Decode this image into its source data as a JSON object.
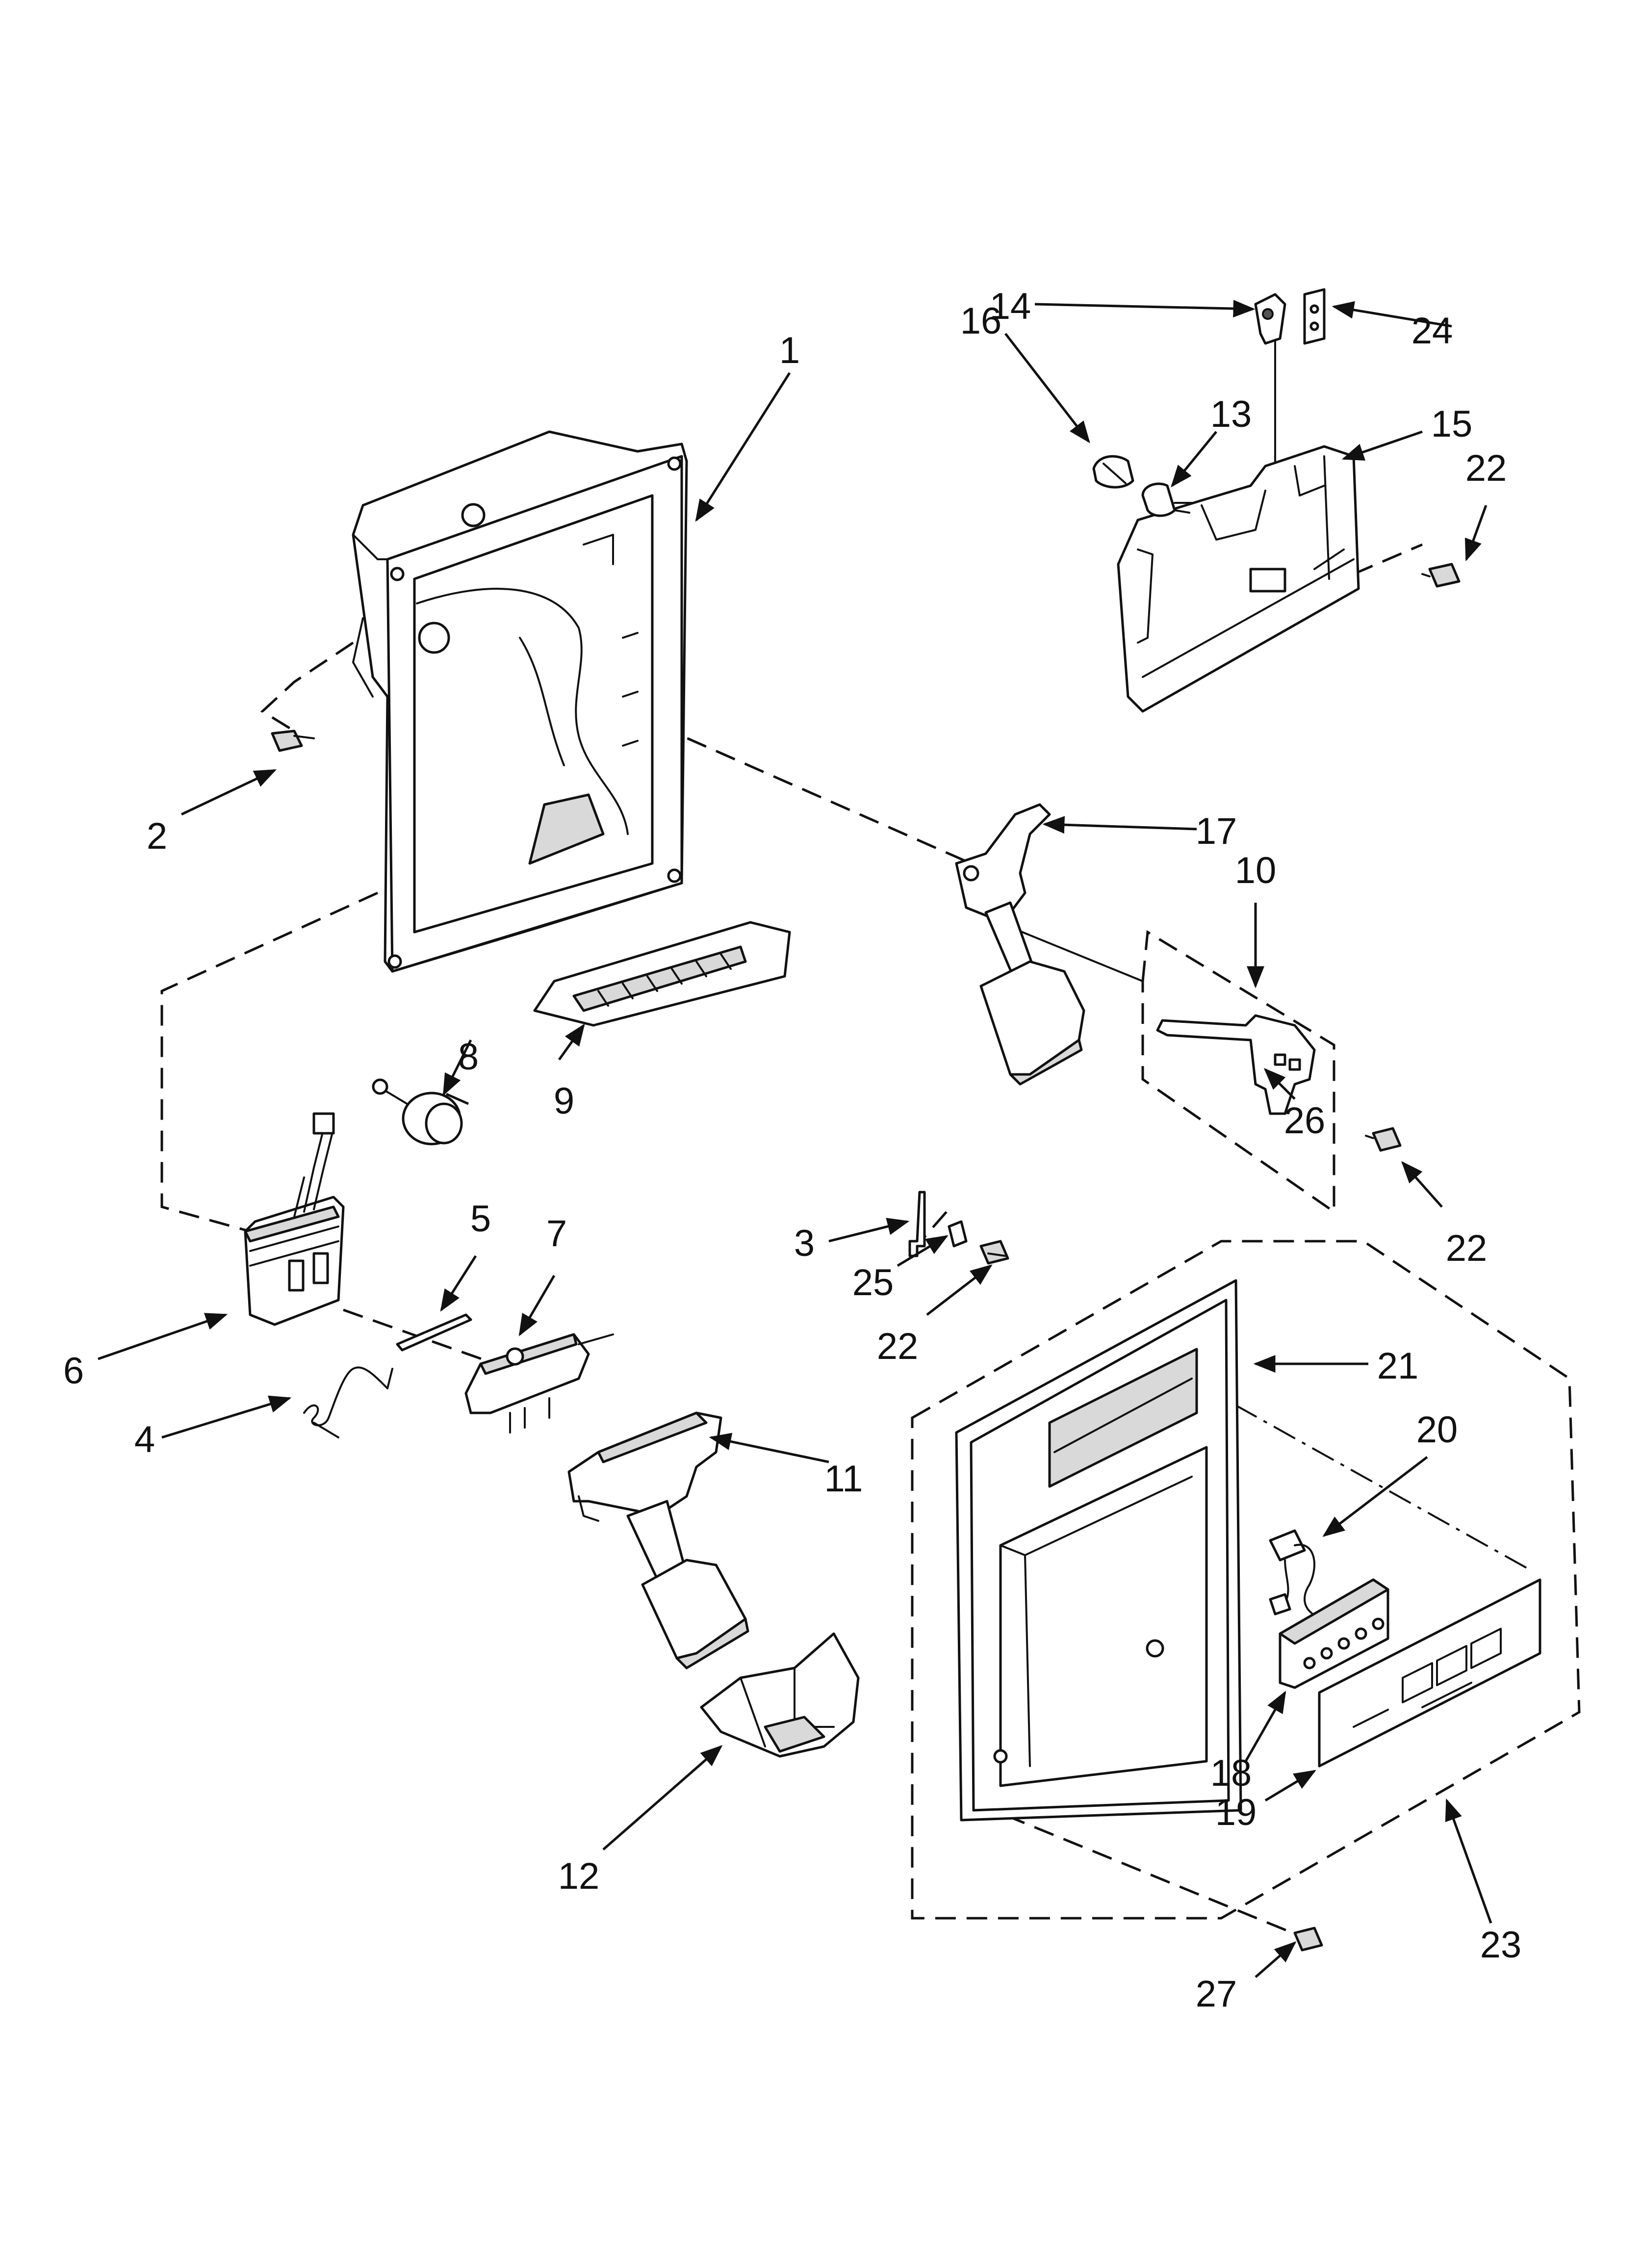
{
  "callouts": [
    {
      "id": "1",
      "label": "1"
    },
    {
      "id": "2",
      "label": "2"
    },
    {
      "id": "3",
      "label": "3"
    },
    {
      "id": "4",
      "label": "4"
    },
    {
      "id": "5",
      "label": "5"
    },
    {
      "id": "6",
      "label": "6"
    },
    {
      "id": "7",
      "label": "7"
    },
    {
      "id": "8",
      "label": "8"
    },
    {
      "id": "9",
      "label": "9"
    },
    {
      "id": "10",
      "label": "10"
    },
    {
      "id": "11",
      "label": "11"
    },
    {
      "id": "12",
      "label": "12"
    },
    {
      "id": "13",
      "label": "13"
    },
    {
      "id": "14",
      "label": "14"
    },
    {
      "id": "15",
      "label": "15"
    },
    {
      "id": "16",
      "label": "16"
    },
    {
      "id": "17",
      "label": "17"
    },
    {
      "id": "18",
      "label": "18"
    },
    {
      "id": "19",
      "label": "19"
    },
    {
      "id": "20",
      "label": "20"
    },
    {
      "id": "21",
      "label": "21"
    },
    {
      "id": "22a",
      "label": "22"
    },
    {
      "id": "22b",
      "label": "22"
    },
    {
      "id": "22c",
      "label": "22"
    },
    {
      "id": "23",
      "label": "23"
    },
    {
      "id": "24",
      "label": "24"
    },
    {
      "id": "25",
      "label": "25"
    },
    {
      "id": "26",
      "label": "26"
    },
    {
      "id": "27",
      "label": "27"
    }
  ],
  "colors": {
    "line": "#111111",
    "background": "#ffffff",
    "shade": "#d9d9d9"
  }
}
